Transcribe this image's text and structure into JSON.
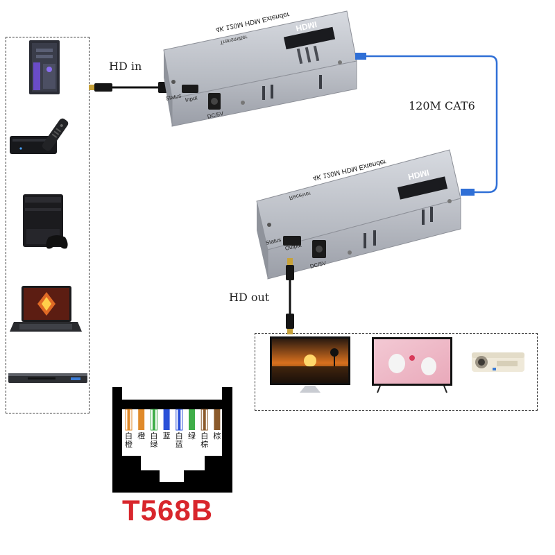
{
  "labels": {
    "hd_in": "HD in",
    "hd_out": "HD out",
    "cable": "120M CAT6"
  },
  "transmitter": {
    "brand": "HDMI",
    "model": "4K 120M HDM Extender",
    "role": "Transmitter",
    "ports": [
      "Status",
      "Input",
      "DC/5V"
    ]
  },
  "receiver": {
    "brand": "HDMI",
    "model": "4K 120M HDM Extender",
    "role": "Receiver",
    "ports": [
      "Status",
      "Output",
      "DC/5V"
    ]
  },
  "sources": [
    "pc-tower",
    "set-top-box",
    "game-console",
    "laptop",
    "dvd-player"
  ],
  "displays": [
    "tv-sunset",
    "tv-birds",
    "projector"
  ],
  "rj45": {
    "standard": "T568B",
    "wires": [
      {
        "label": "白\n橙",
        "color": "#e08a2a",
        "striped": true
      },
      {
        "label": "橙",
        "color": "#e08a2a",
        "striped": false
      },
      {
        "label": "白\n绿",
        "color": "#3fae49",
        "striped": true
      },
      {
        "label": "蓝",
        "color": "#2a50d8",
        "striped": false
      },
      {
        "label": "白\n蓝",
        "color": "#2a50d8",
        "striped": true
      },
      {
        "label": "绿",
        "color": "#3fae49",
        "striped": false
      },
      {
        "label": "白\n棕",
        "color": "#8b5a2b",
        "striped": true
      },
      {
        "label": "棕",
        "color": "#8b5a2b",
        "striped": false
      }
    ]
  },
  "colors": {
    "cat6": "#2f6fd6",
    "t568b_text": "#d8262c",
    "device_body": "#b8bcc4"
  }
}
